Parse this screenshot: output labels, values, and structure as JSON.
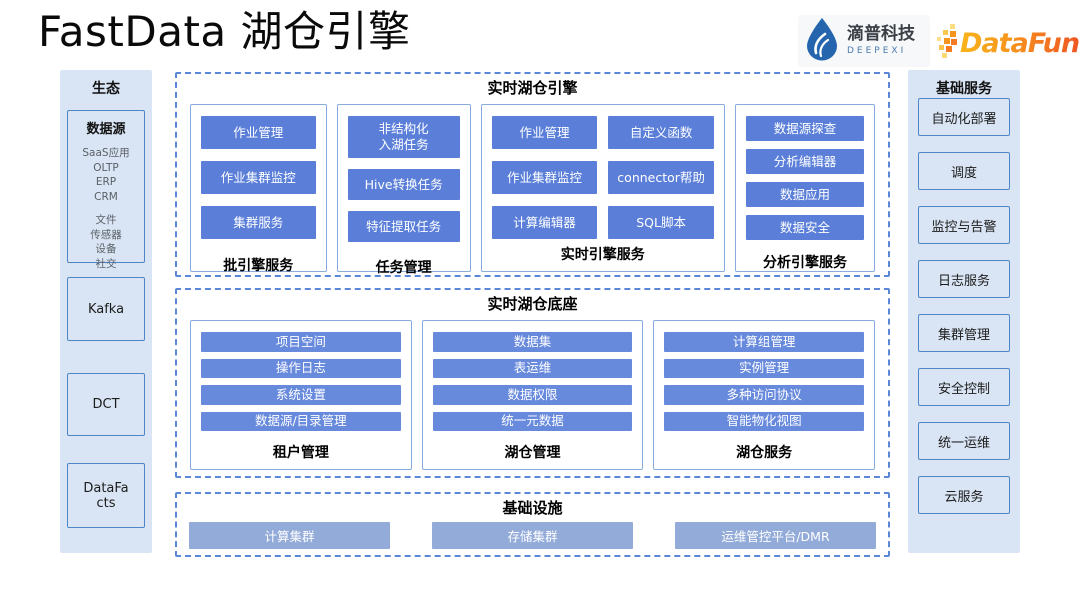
{
  "page": {
    "title": "FastData 湖仓引擎"
  },
  "logos": {
    "deepexi": {
      "cn": "滴普科技",
      "en": "DEEPEXI"
    },
    "datafun": {
      "wordmark": "DataFun."
    }
  },
  "left_sidebar": {
    "title": "生态",
    "datasource": {
      "title": "数据源",
      "group1": [
        "SaaS应用",
        "OLTP",
        "ERP",
        "CRM"
      ],
      "group2": [
        "文件",
        "传感器",
        "设备",
        "社交"
      ]
    },
    "nodes": [
      "Kafka",
      "DCT",
      "DataFacts"
    ]
  },
  "right_sidebar": {
    "title": "基础服务",
    "nodes": [
      "自动化部署",
      "调度",
      "监控与告警",
      "日志服务",
      "集群管理",
      "安全控制",
      "统一运维",
      "云服务"
    ]
  },
  "sections": {
    "engine": {
      "title": "实时湖仓引擎",
      "columns": [
        {
          "label": "批引擎服务",
          "buttons": [
            "作业管理",
            "作业集群监控",
            "集群服务"
          ]
        },
        {
          "label": "任务管理",
          "buttons": [
            "非结构化\n入湖任务",
            "Hive转换任务",
            "特征提取任务"
          ]
        },
        {
          "label": "实时引擎服务",
          "buttons": [
            "作业管理",
            "自定义函数",
            "作业集群监控",
            "connector帮助",
            "计算编辑器",
            "SQL脚本"
          ]
        },
        {
          "label": "分析引擎服务",
          "buttons": [
            "数据源探查",
            "分析编辑器",
            "数据应用",
            "数据安全"
          ]
        }
      ]
    },
    "base": {
      "title": "实时湖仓底座",
      "columns": [
        {
          "label": "租户管理",
          "buttons": [
            "项目空间",
            "操作日志",
            "系统设置",
            "数据源/目录管理"
          ]
        },
        {
          "label": "湖仓管理",
          "buttons": [
            "数据集",
            "表运维",
            "数据权限",
            "统一元数据"
          ]
        },
        {
          "label": "湖仓服务",
          "buttons": [
            "计算组管理",
            "实例管理",
            "多种访问协议",
            "智能物化视图"
          ]
        }
      ]
    },
    "infra": {
      "title": "基础设施",
      "buttons": [
        "计算集群",
        "存储集群",
        "运维管控平台/DMR"
      ]
    }
  },
  "colors": {
    "primary_button": "#5B7FD9",
    "base_button": "#688ADD",
    "infra_button": "#93ABD9",
    "sidebar_bg": "#D9E5F4",
    "dashed_border": "#5B87D8",
    "box_border": "#88ABDF",
    "node_border": "#4C86C6",
    "deepexi_blue": "#2A6BB5",
    "datafun_orange": "#F0821E"
  }
}
